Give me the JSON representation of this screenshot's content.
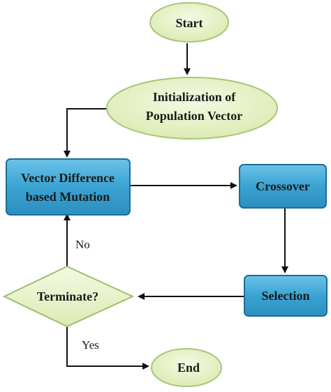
{
  "nodes": {
    "start": "Start",
    "init_line1": "Initialization of",
    "init_line2": "Population Vector",
    "mutation_line1": "Vector Difference",
    "mutation_line2": "based Mutation",
    "crossover": "Crossover",
    "selection": "Selection",
    "terminate": "Terminate?",
    "end": "End"
  },
  "edges": {
    "no_label": "No",
    "yes_label": "Yes"
  },
  "colors": {
    "oval_fill": "#e6f2c6",
    "oval_stroke": "#a9c57a",
    "box_fill": "#3aa3d2",
    "box_stroke": "#1b6d97",
    "diamond_fill": "#e9f3cc",
    "diamond_stroke": "#9ebd6a",
    "arrow": "#111111"
  }
}
